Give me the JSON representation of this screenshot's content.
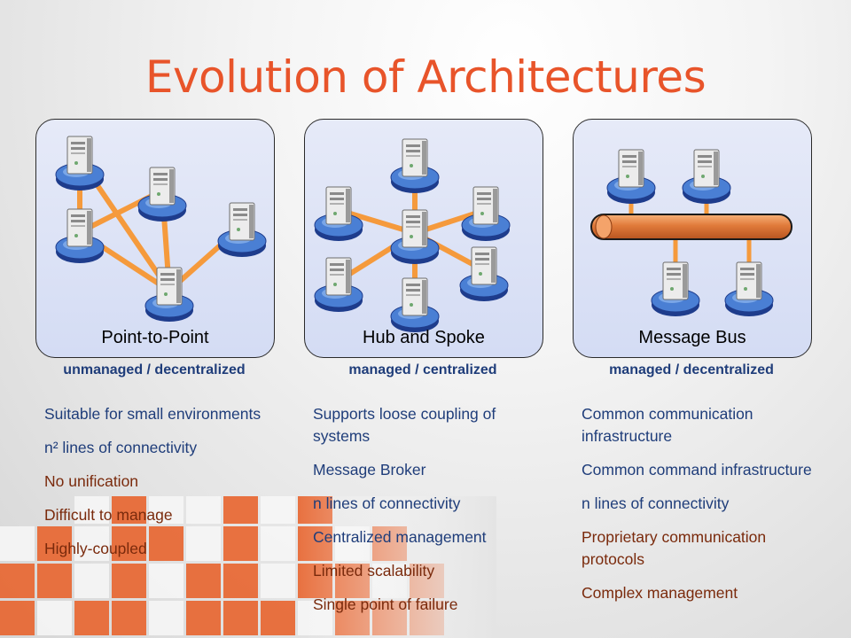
{
  "title": "Evolution of Architectures",
  "colors": {
    "title": "#e8542a",
    "positive_text": "#1f3d7a",
    "negative_text": "#7a2a0c",
    "connector": "#f59a3c",
    "bus": "#e07a3a"
  },
  "icon": "server-node-icon",
  "panels": [
    {
      "label": "Point-to-Point",
      "subtitle": "unmanaged / decentralized",
      "features": [
        {
          "text": "Suitable for small environments",
          "tone": "positive"
        },
        {
          "text": "n² lines of connectivity",
          "tone": "positive"
        },
        {
          "text": "No unification",
          "tone": "negative"
        },
        {
          "text": "Difficult to manage",
          "tone": "negative"
        },
        {
          "text": "Highly-coupled",
          "tone": "negative"
        }
      ]
    },
    {
      "label": "Hub and Spoke",
      "subtitle": "managed / centralized",
      "features": [
        {
          "text": "Supports loose coupling of systems",
          "tone": "positive"
        },
        {
          "text": "Message Broker",
          "tone": "positive"
        },
        {
          "text": "n lines of connectivity",
          "tone": "positive"
        },
        {
          "text": "Centralized management",
          "tone": "positive"
        },
        {
          "text": "Limited scalability",
          "tone": "negative"
        },
        {
          "text": "Single point of failure",
          "tone": "negative"
        }
      ]
    },
    {
      "label": "Message Bus",
      "subtitle": "managed / decentralized",
      "features": [
        {
          "text": "Common communication infrastructure",
          "tone": "positive"
        },
        {
          "text": "Common command infrastructure",
          "tone": "positive"
        },
        {
          "text": "n lines of connectivity",
          "tone": "positive"
        },
        {
          "text": "Proprietary communication protocols",
          "tone": "negative"
        },
        {
          "text": "Complex management",
          "tone": "negative"
        }
      ]
    }
  ]
}
